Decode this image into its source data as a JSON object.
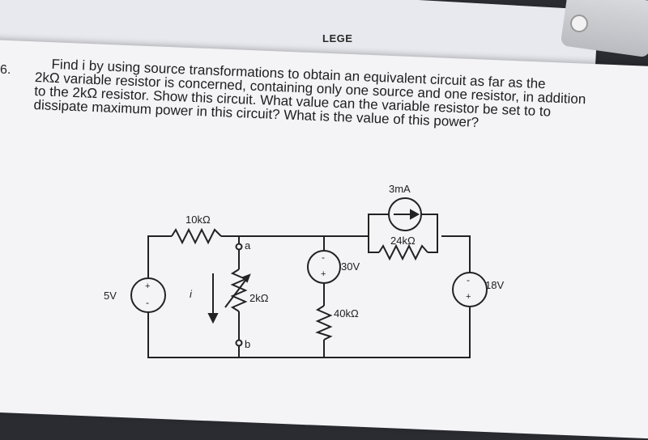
{
  "back_sheet": {
    "header": "LEGE"
  },
  "problem": {
    "number": "6.",
    "lines": [
      "Find i by using source transformations to obtain an equivalent circuit as far as the",
      "2kΩ variable resistor is concerned, containing only one source and one resistor, in addition",
      "to the 2kΩ resistor. Show this circuit. What value can the variable resistor be set to to",
      "dissipate maximum power in this circuit? What is the value of this power?"
    ]
  },
  "circuit": {
    "source_5v": "5V",
    "resistor_10k": "10kΩ",
    "node_a": "a",
    "node_b": "b",
    "current_i": "i",
    "resistor_2k": "2kΩ",
    "source_30v": "30V",
    "resistor_40k": "40kΩ",
    "source_3ma": "3mA",
    "resistor_24k": "24kΩ",
    "source_18v": "18V",
    "plus": "+",
    "minus": "-"
  }
}
